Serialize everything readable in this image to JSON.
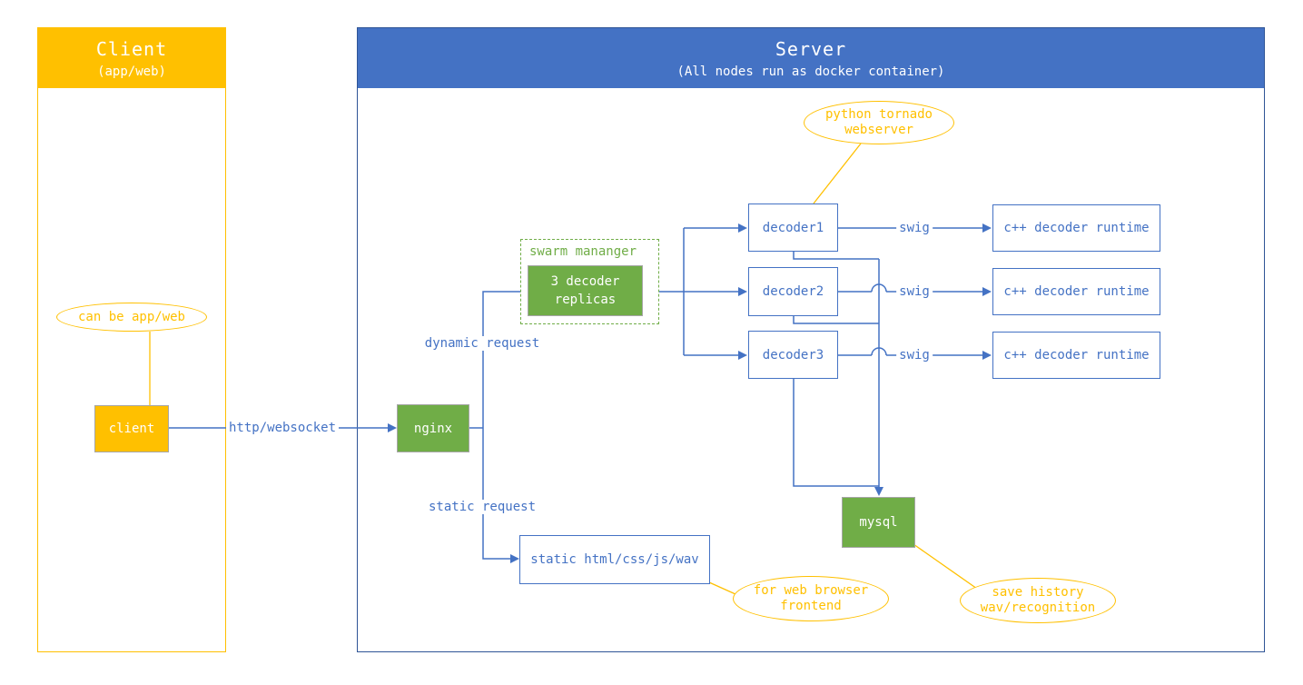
{
  "diagram": {
    "client_panel": {
      "title": "Client",
      "subtitle": "(app/web)"
    },
    "server_panel": {
      "title": "Server",
      "subtitle": "(All nodes run as docker container)"
    },
    "nodes": {
      "client": "client",
      "nginx": "nginx",
      "swarm_manager_label": "swarm mananger",
      "decoder_replicas": "3 decoder replicas",
      "decoder1": "decoder1",
      "decoder2": "decoder2",
      "decoder3": "decoder3",
      "runtime1": "c++ decoder runtime",
      "runtime2": "c++ decoder runtime",
      "runtime3": "c++ decoder runtime",
      "mysql": "mysql",
      "static_files": "static html/css/js/wav"
    },
    "callouts": {
      "client_note": "can be app/web",
      "tornado_note": "python tornado\nwebserver",
      "frontend_note": "for web browser\nfrontend",
      "history_note": "save history\nwav/recognition"
    },
    "edge_labels": {
      "http_websocket": "http/websocket",
      "dynamic_request": "dynamic request",
      "static_request": "static request",
      "swig1": "swig",
      "swig2": "swig",
      "swig3": "swig"
    },
    "colors": {
      "gold": "#FFC000",
      "green": "#70AD47",
      "blue": "#4472C4",
      "dark_blue": "#2F5496",
      "box_border_gray": "#A6A6A6",
      "background": "#FFFFFF"
    }
  }
}
